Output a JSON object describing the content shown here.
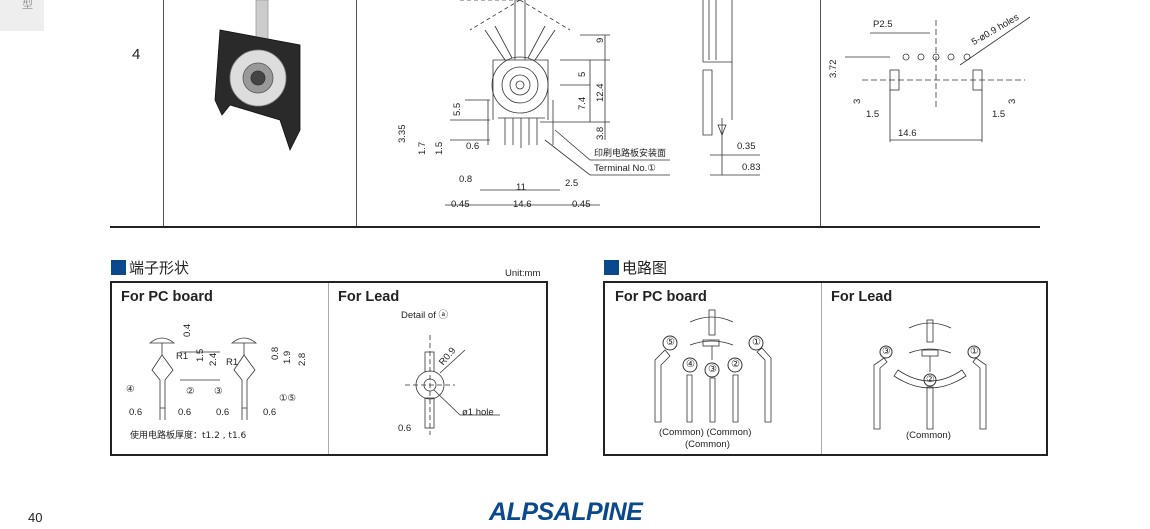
{
  "side_tab": {
    "label": "型"
  },
  "row": {
    "number": "4"
  },
  "front_view": {
    "dims": [
      "9",
      "5",
      "12.4",
      "7.4",
      "3.8",
      "5.5",
      "3.35",
      "1.7",
      "1.5",
      "0.6",
      "0.8",
      "11",
      "2.5",
      "0.45",
      "14.6",
      "0.45"
    ],
    "callouts": [
      "印刷电路板安装面",
      "Terminal No.①"
    ]
  },
  "side_view": {
    "dims": [
      "0.35",
      "0.83"
    ]
  },
  "pcb_layout": {
    "dims": [
      "P2.5",
      "5-ø0.9 holes",
      "3.72",
      "3",
      "3",
      "1.5",
      "1.5",
      "14.6"
    ]
  },
  "terminal_section": {
    "title": "端子形状",
    "unit": "Unit:mm",
    "pc_board": {
      "label": "For PC board",
      "dims": [
        "0.4",
        "1.5",
        "2.4",
        "R1",
        "④",
        "②",
        "0.8",
        "1.9",
        "2.8",
        "R1",
        "③",
        "①⑤",
        "0.6",
        "0.6",
        "0.6",
        "0.6"
      ],
      "note": "使用电路板厚度：t1.2 , t1.6"
    },
    "lead": {
      "label": "For Lead",
      "detail": "Detail of ⓐ",
      "dims": [
        "R0.9",
        "ø1 hole",
        "0.6"
      ]
    }
  },
  "circuit_section": {
    "title": "电路图",
    "pc_board": {
      "label": "For PC board",
      "terminals": [
        "⑤",
        "④",
        "③",
        "②",
        "①"
      ],
      "common": [
        "(Common) (Common)",
        "(Common)"
      ]
    },
    "lead": {
      "label": "For Lead",
      "terminals": [
        "③",
        "②",
        "①"
      ],
      "common": "(Common)"
    }
  },
  "footer": {
    "page_number": "40",
    "logo": "ALPSALPINE"
  },
  "colors": {
    "brand": "#0a4a8c"
  }
}
